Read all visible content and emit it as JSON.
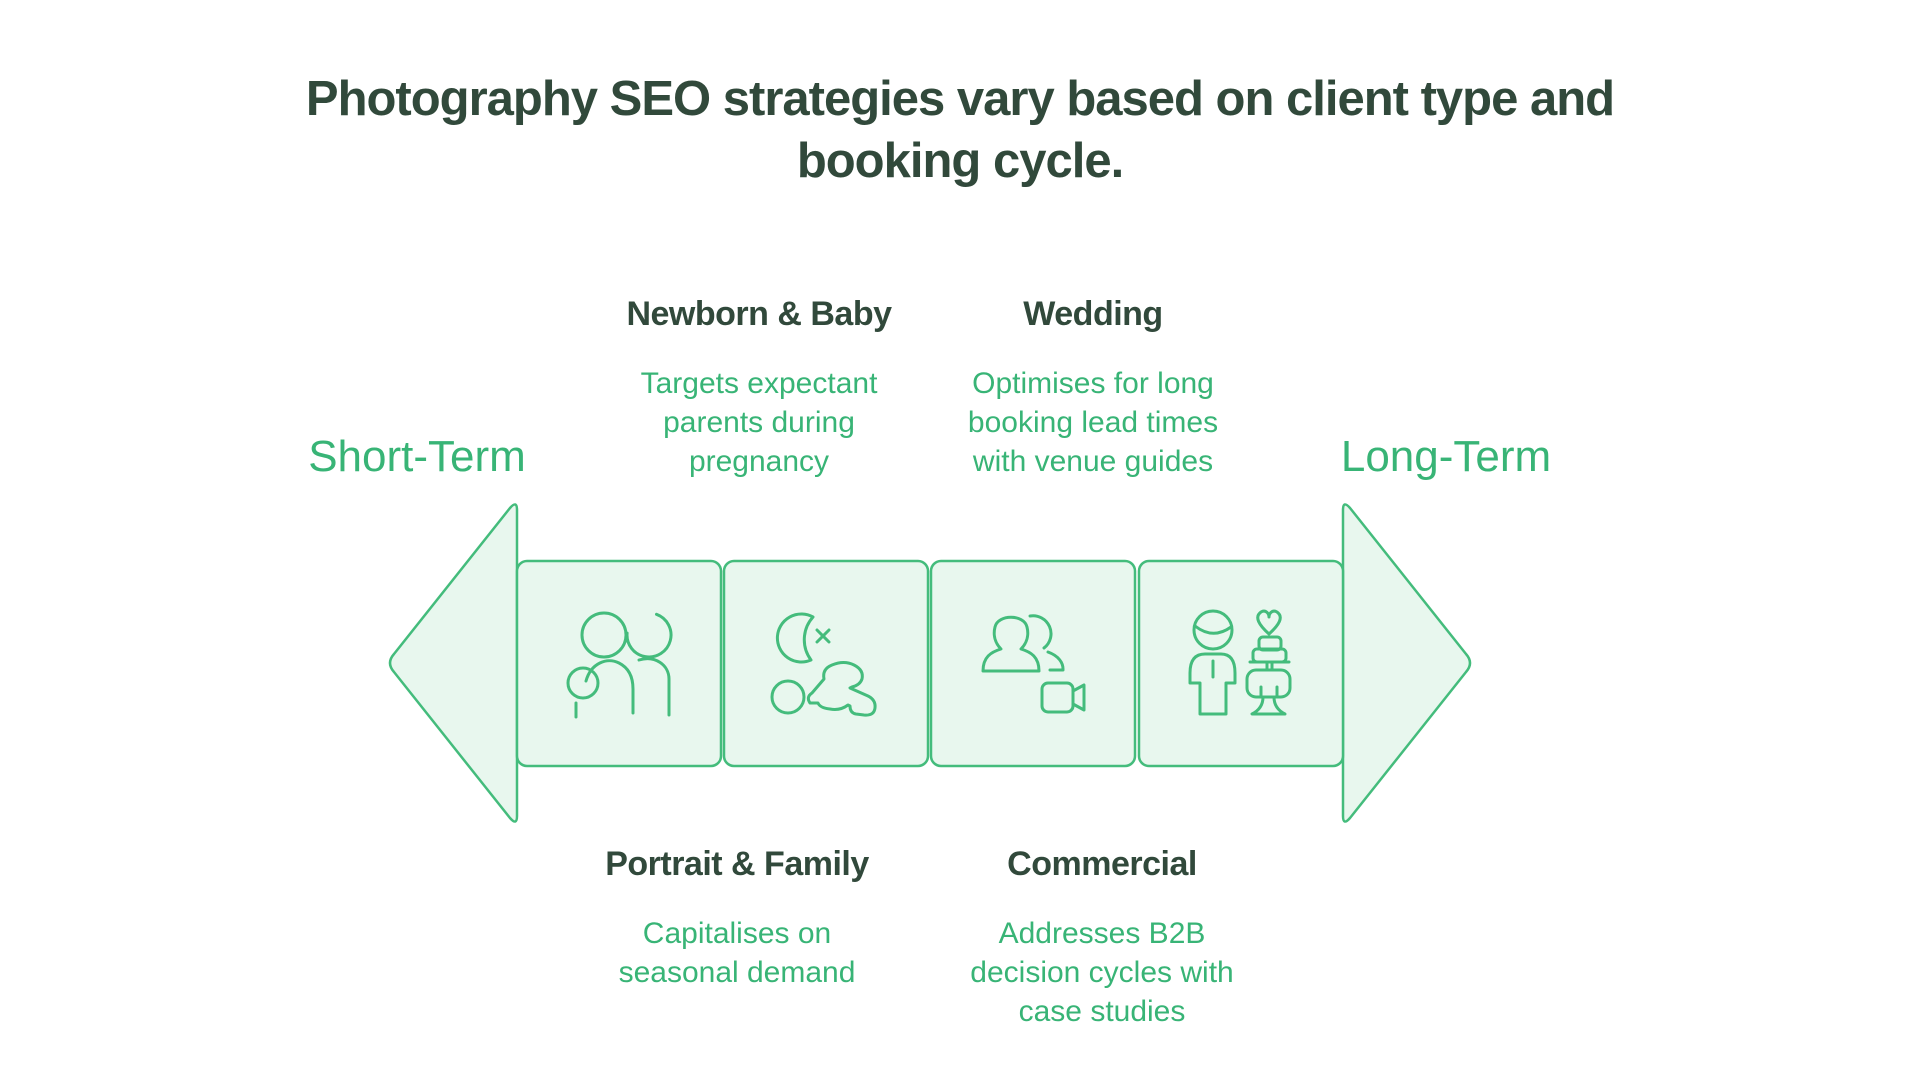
{
  "title": {
    "line1": "Photography SEO strategies vary based on client type and",
    "line2": "booking cycle."
  },
  "axis": {
    "left_label": "Short-Term",
    "right_label": "Long-Term"
  },
  "callouts": {
    "top": [
      {
        "heading": "Newborn & Baby",
        "body": "Targets expectant parents during pregnancy"
      },
      {
        "heading": "Wedding",
        "body": "Optimises for long booking lead times with venue guides"
      }
    ],
    "bottom": [
      {
        "heading": "Portrait & Family",
        "body": "Capitalises on seasonal demand"
      },
      {
        "heading": "Commercial",
        "body": "Addresses B2B decision cycles with case studies"
      }
    ]
  },
  "segments": [
    {
      "icon": "family-icon"
    },
    {
      "icon": "crawling-baby-moon-icon"
    },
    {
      "icon": "clients-video-camera-icon"
    },
    {
      "icon": "groom-wedding-cake-icon"
    }
  ],
  "colors": {
    "heading_text": "#31493B",
    "accent_text": "#38B476",
    "shape_stroke": "#44BC7C",
    "shape_fill": "#E8F7EE",
    "background": "#FFFFFF"
  }
}
